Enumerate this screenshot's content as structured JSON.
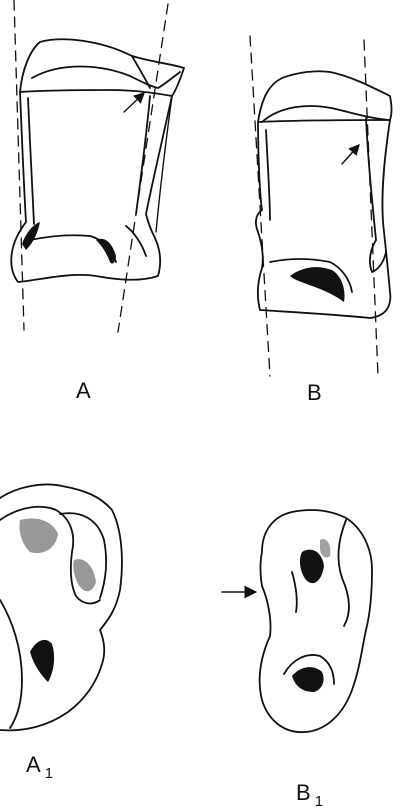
{
  "labels": {
    "a": "A",
    "b": "B",
    "a1_main": "A",
    "a1_sub": "1",
    "b1_main": "B",
    "b1_sub": "1"
  },
  "colors": {
    "ink": "#111111",
    "stipple": "#444444",
    "background": "#ffffff"
  }
}
